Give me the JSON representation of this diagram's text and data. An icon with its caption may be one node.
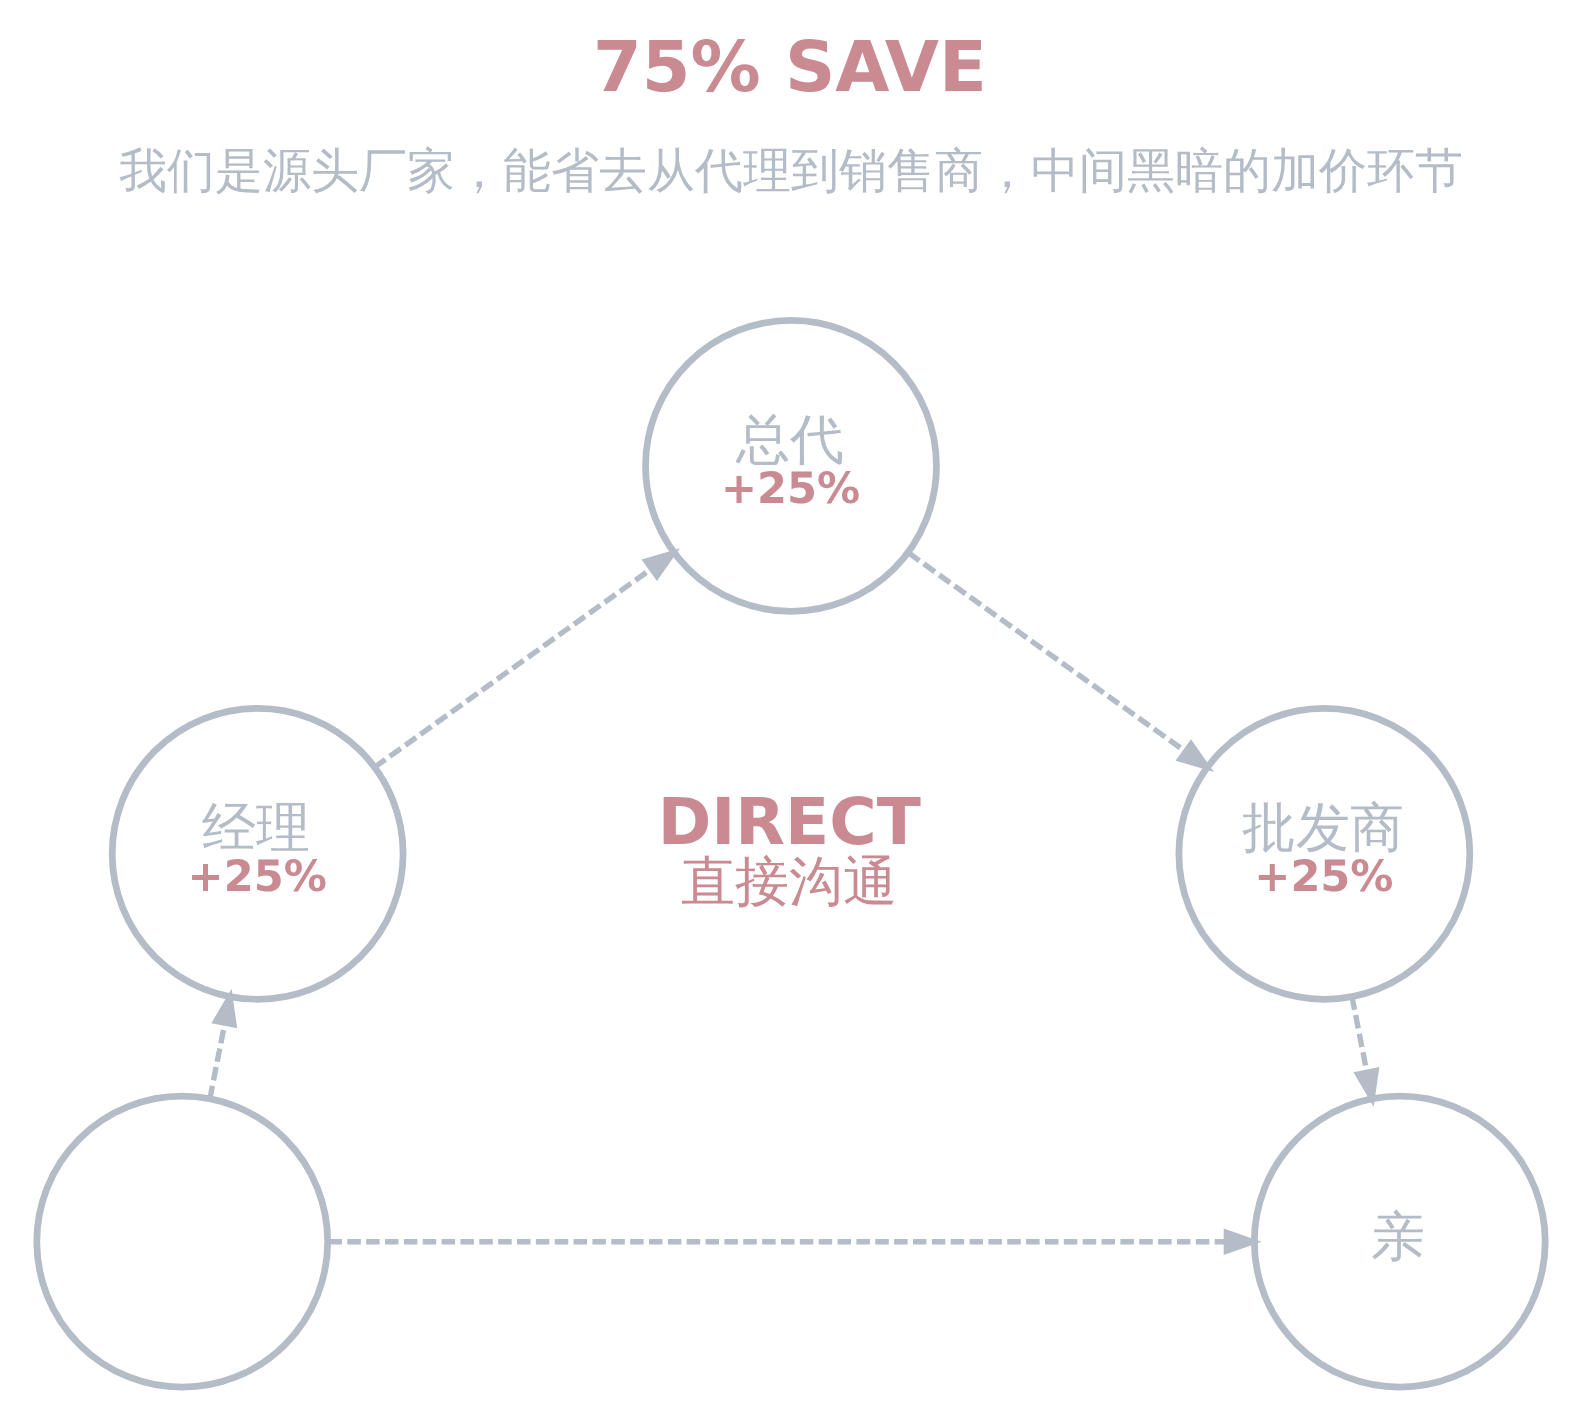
{
  "diagram": {
    "title": "75% SAVE",
    "nodes": [
      {
        "text": [],
        "shape": "circle"
      },
      {
        "text": [
          "经理",
          "+25%"
        ]
      },
      {
        "text": [
          "总代",
          "+25%"
        ]
      },
      {
        "text": [
          "批发商",
          "+25%"
        ]
      },
      {
        "text": [
          "亲"
        ]
      }
    ],
    "edges": [
      {
        "from": 0,
        "to": 1,
        "arrow": "to",
        "style": "dashed"
      },
      {
        "from": 1,
        "to": 2,
        "arrow": "to",
        "style": "dashed"
      },
      {
        "from": 2,
        "to": 3,
        "arrow": "to",
        "style": "dashed"
      },
      {
        "from": 3,
        "to": 4,
        "arrow": "to",
        "style": "dashed"
      },
      {
        "from": 0,
        "to": 4,
        "arrow": "to",
        "style": "dashed"
      }
    ],
    "labels": [
      "我们是源头厂家，能省去从代理到销售商，中间黑暗的加价环节",
      "DIRECT",
      "直接沟通"
    ]
  }
}
